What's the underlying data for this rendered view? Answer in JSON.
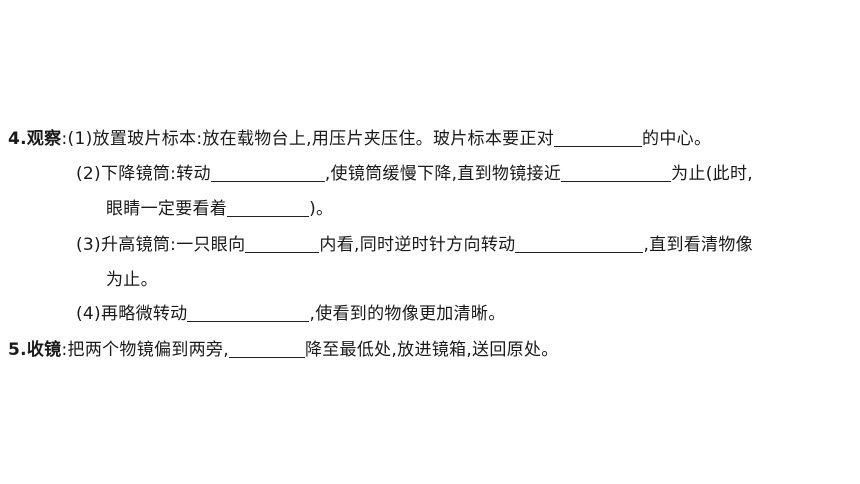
{
  "q4": {
    "label": "4.观察",
    "sep": ":",
    "p1": {
      "num": "(1)",
      "text_a": "放置玻片标本:放在载物台上,用压片夹压住。玻片标本要正对",
      "text_b": "的中心。"
    },
    "p2": {
      "num": "(2)",
      "text_a": "下降镜筒:转动",
      "text_b": ",使镜筒缓慢下降,直到物镜接近",
      "text_c": "为止(此时,",
      "text_d": "眼睛一定要看着",
      "text_e": ")。"
    },
    "p3": {
      "num": "(3)",
      "text_a": "升高镜筒:一只眼向",
      "text_b": "内看,同时逆时针方向转动",
      "text_c": ",直到看清物像",
      "text_d": "为止。"
    },
    "p4": {
      "num": "(4)",
      "text_a": "再略微转动",
      "text_b": ",使看到的物像更加清晰。"
    }
  },
  "q5": {
    "label": "5.收镜",
    "sep": ":",
    "text_a": "把两个物镜偏到两旁,",
    "text_b": "降至最低处,放进镜箱,送回原处。"
  }
}
